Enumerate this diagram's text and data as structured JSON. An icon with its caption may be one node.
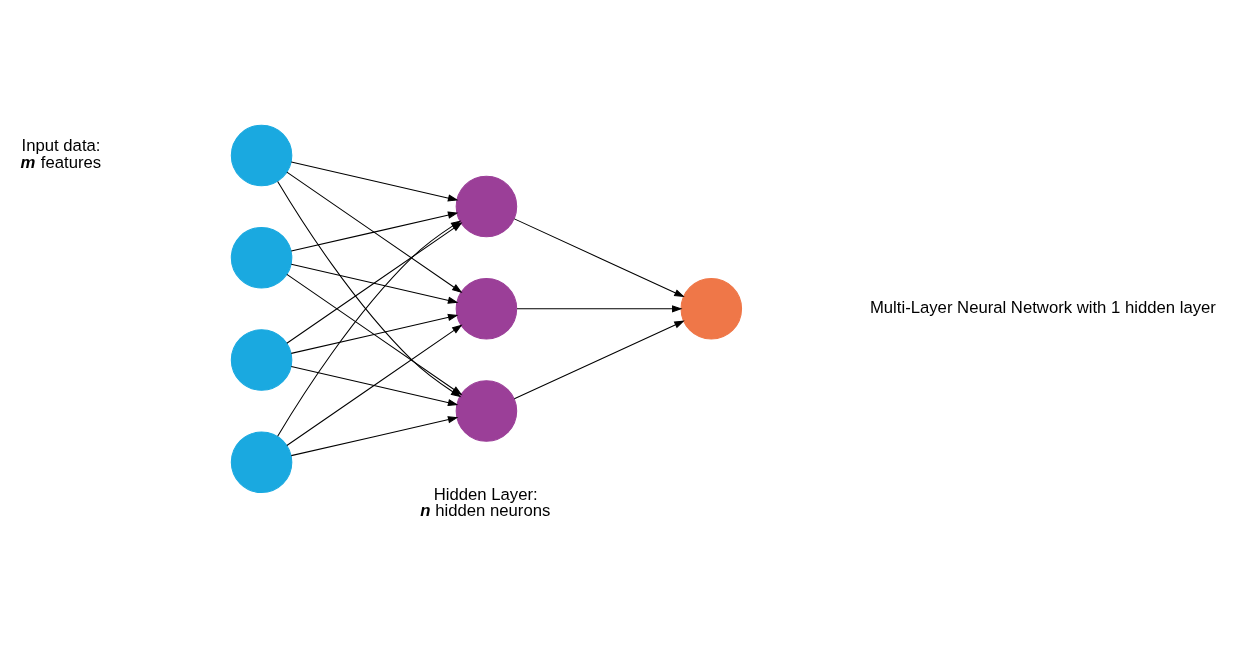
{
  "diagram": {
    "nodes": [
      {
        "text": [],
        "shape": "circle"
      },
      {
        "text": [],
        "shape": "circle"
      },
      {
        "text": [],
        "shape": "circle"
      },
      {
        "text": [],
        "shape": "circle"
      },
      {
        "text": [],
        "shape": "circle"
      },
      {
        "text": [],
        "shape": "circle"
      },
      {
        "text": [],
        "shape": "circle"
      },
      {
        "text": [],
        "shape": "circle"
      }
    ],
    "edges": [
      {
        "from": 0,
        "to": 4,
        "arrow": "to"
      },
      {
        "from": 0,
        "to": 5,
        "arrow": "to"
      },
      {
        "from": 0,
        "to": 6,
        "arrow": "to"
      },
      {
        "from": 1,
        "to": 4,
        "arrow": "to"
      },
      {
        "from": 1,
        "to": 5,
        "arrow": "to"
      },
      {
        "from": 1,
        "to": 6,
        "arrow": "to"
      },
      {
        "from": 2,
        "to": 4,
        "arrow": "to"
      },
      {
        "from": 2,
        "to": 5,
        "arrow": "to"
      },
      {
        "from": 2,
        "to": 6,
        "arrow": "to"
      },
      {
        "from": 3,
        "to": 4,
        "arrow": "to"
      },
      {
        "from": 3,
        "to": 5,
        "arrow": "to"
      },
      {
        "from": 3,
        "to": 6,
        "arrow": "to"
      },
      {
        "from": 4,
        "to": 7,
        "arrow": "to"
      },
      {
        "from": 5,
        "to": 7,
        "arrow": "to"
      },
      {
        "from": 6,
        "to": 7,
        "arrow": "to"
      }
    ],
    "labels": [
      "Input data: **m** features",
      "Multi-Layer Neural Network with 1 hidden layer",
      "Hidden Layer: **n** hidden neurons"
    ]
  }
}
